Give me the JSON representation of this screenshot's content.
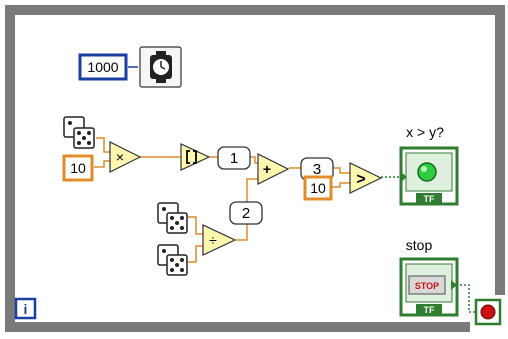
{
  "while_loop": {
    "iteration_terminal": "i"
  },
  "constants": {
    "wait_ms": "1000",
    "multiplier": "10",
    "compare_y": "10"
  },
  "functions": {
    "multiply": "×",
    "add": "+",
    "divide": "÷",
    "greater_than": ">"
  },
  "probes": [
    "1",
    "2",
    "3"
  ],
  "indicators": {
    "comparison": {
      "label": "x > y?",
      "type_tag": "TF"
    },
    "stop": {
      "label": "stop",
      "button_text": "STOP",
      "type_tag": "TF"
    }
  },
  "colors": {
    "loop_border": "#6e6e6e",
    "int_wire": "#1a3fa0",
    "dbl_wire": "#e08c2a",
    "bool_wire": "#2f7d2f",
    "led_on": "#2ecc40"
  }
}
